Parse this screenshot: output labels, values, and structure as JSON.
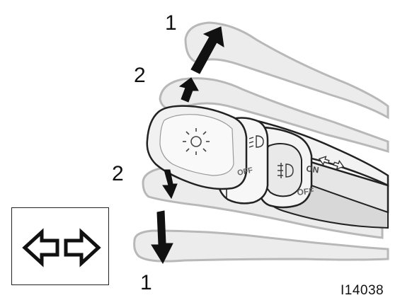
{
  "labels": {
    "raise_full": "1",
    "raise_partial": "2",
    "lower_partial": "2",
    "lower_full": "1"
  },
  "switch_markings": {
    "headlight_off": "OFF",
    "fog_on": "ON",
    "fog_off": "OFF"
  },
  "figure_id": "I14038",
  "icons": [
    "headlight-sun-icon",
    "front-fog-light-icon",
    "low-beam-icon",
    "turn-signal-arrows-icon"
  ]
}
